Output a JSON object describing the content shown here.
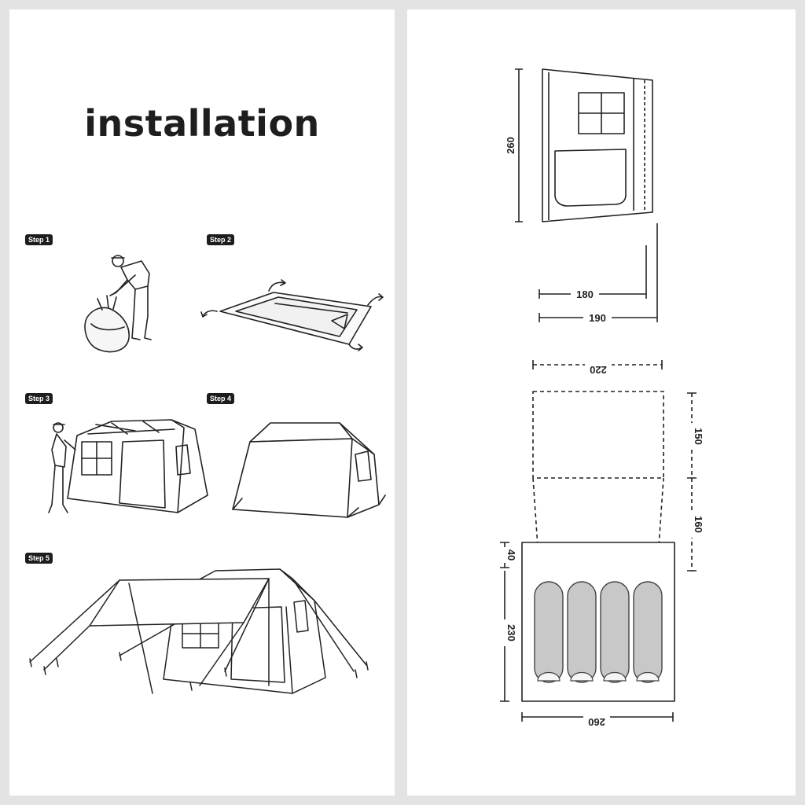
{
  "title": "installation",
  "steps": [
    "Step 1",
    "Step 2",
    "Step 3",
    "Step 4",
    "Step 5"
  ],
  "dimensions": {
    "side_height": "260",
    "side_width_inner": "180",
    "side_width_outer": "190",
    "top_awning_width": "220",
    "top_awning_length": "150",
    "top_vestibule_length": "160",
    "top_inner_offset": "40",
    "top_inner_length": "230",
    "top_base_width": "260"
  }
}
